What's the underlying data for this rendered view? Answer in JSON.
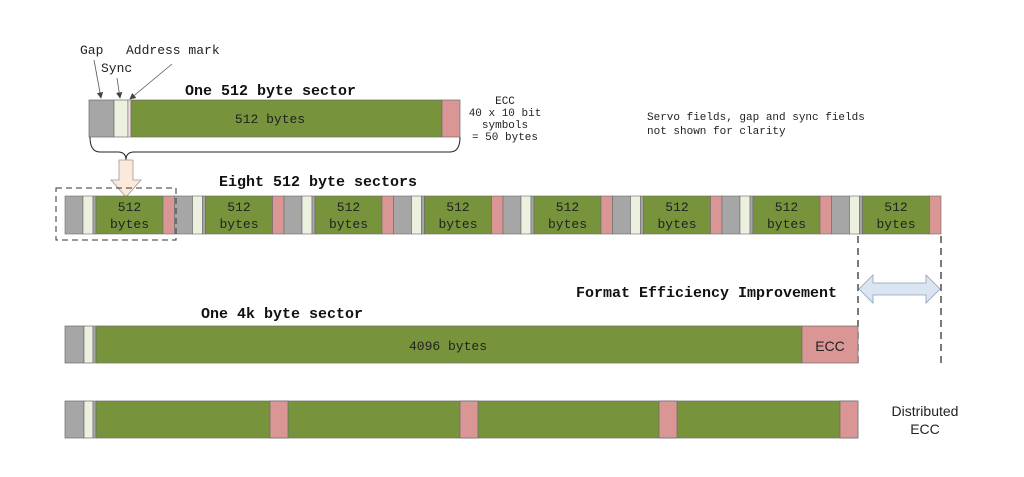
{
  "colors": {
    "gap": "#a6a6a6",
    "sync": "#ebf1de",
    "address": "#f2dcdb",
    "data": "#77933c",
    "ecc": "#d99694",
    "stroke": "#6b6b6b",
    "arrow_down_fill": "#fde9d9",
    "arrow_double_fill": "#dbe5f1"
  },
  "callouts": {
    "gap": "Gap",
    "sync": "Sync",
    "address_mark": "Address mark"
  },
  "sector_512": {
    "title": "One 512 byte sector",
    "data_label": "512 bytes",
    "ecc_note": [
      "ECC",
      "40 x 10 bit",
      "symbols",
      "= 50 bytes"
    ]
  },
  "note": [
    "Servo fields, gap and sync fields",
    "not shown for clarity"
  ],
  "eight_sectors": {
    "title": "Eight 512 byte sectors",
    "count": 8,
    "label_line1": "512",
    "label_line2": "bytes"
  },
  "format_efficiency": {
    "label": "Format Efficiency Improvement"
  },
  "sector_4k": {
    "title": "One 4k byte sector",
    "data_label": "4096 bytes",
    "ecc_label": "ECC"
  },
  "distributed": {
    "ecc_segments": 4,
    "label": [
      "Distributed",
      "ECC"
    ]
  }
}
